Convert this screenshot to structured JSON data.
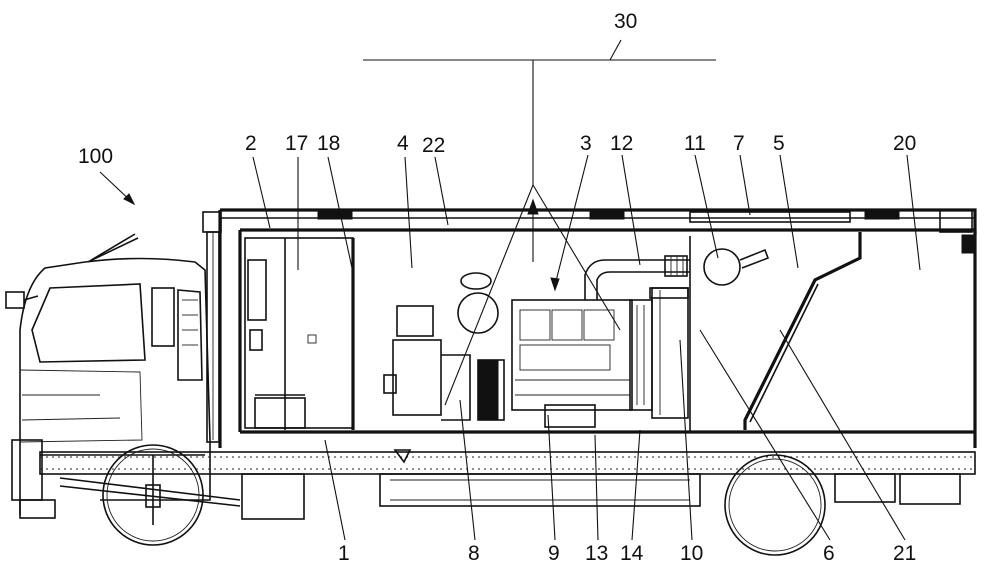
{
  "labels": [
    {
      "id": "100",
      "text": "100"
    },
    {
      "id": "2",
      "text": "2"
    },
    {
      "id": "17",
      "text": "17"
    },
    {
      "id": "18",
      "text": "18"
    },
    {
      "id": "4",
      "text": "4"
    },
    {
      "id": "22",
      "text": "22"
    },
    {
      "id": "30",
      "text": "30"
    },
    {
      "id": "3",
      "text": "3"
    },
    {
      "id": "12",
      "text": "12"
    },
    {
      "id": "11",
      "text": "11"
    },
    {
      "id": "7",
      "text": "7"
    },
    {
      "id": "5",
      "text": "5"
    },
    {
      "id": "20",
      "text": "20"
    },
    {
      "id": "1",
      "text": "1"
    },
    {
      "id": "8",
      "text": "8"
    },
    {
      "id": "9",
      "text": "9"
    },
    {
      "id": "13",
      "text": "13"
    },
    {
      "id": "14",
      "text": "14"
    },
    {
      "id": "10",
      "text": "10"
    },
    {
      "id": "6",
      "text": "6"
    },
    {
      "id": "21",
      "text": "21"
    }
  ]
}
